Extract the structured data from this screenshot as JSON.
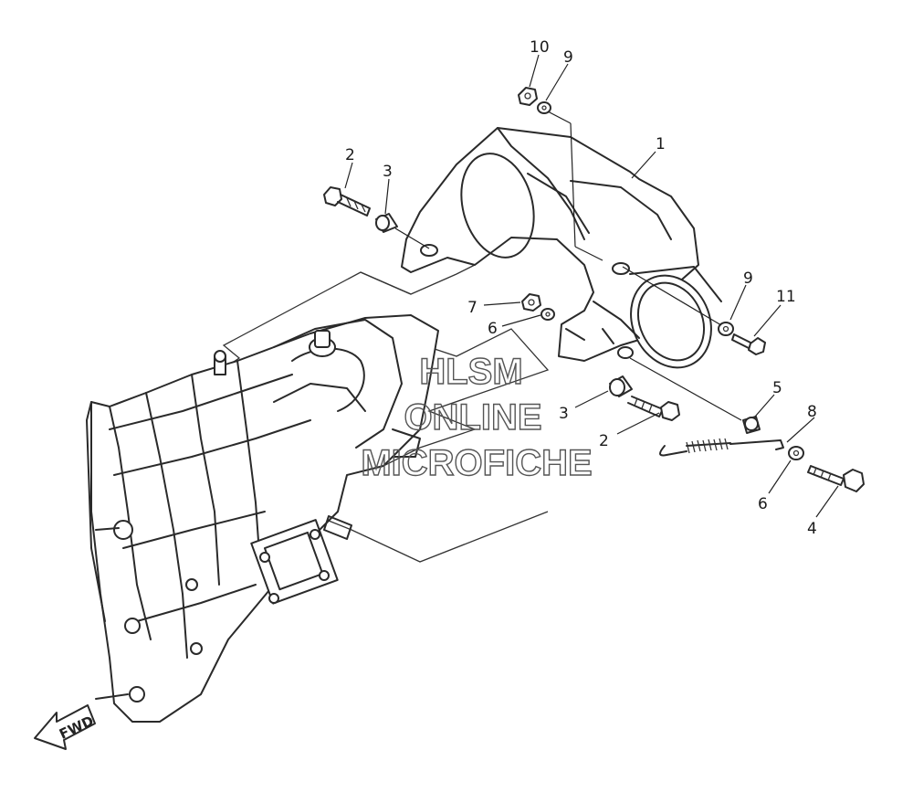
{
  "watermark": {
    "line1": "HLSM",
    "line2": "ONLINE",
    "line3": "MICROFICHE"
  },
  "direction_arrow": {
    "label": "FWD"
  },
  "callouts": [
    {
      "id": "c10",
      "number": "10"
    },
    {
      "id": "c9a",
      "number": "9"
    },
    {
      "id": "c1",
      "number": "1"
    },
    {
      "id": "c2a",
      "number": "2"
    },
    {
      "id": "c3a",
      "number": "3"
    },
    {
      "id": "c7",
      "number": "7"
    },
    {
      "id": "c6a",
      "number": "6"
    },
    {
      "id": "c9b",
      "number": "9"
    },
    {
      "id": "c11",
      "number": "11"
    },
    {
      "id": "c5",
      "number": "5"
    },
    {
      "id": "c8",
      "number": "8"
    },
    {
      "id": "c3b",
      "number": "3"
    },
    {
      "id": "c2b",
      "number": "2"
    },
    {
      "id": "c6b",
      "number": "6"
    },
    {
      "id": "c4",
      "number": "4"
    }
  ],
  "colors": {
    "line": "#2a2a2a",
    "background": "#ffffff",
    "watermark": "#555555"
  }
}
